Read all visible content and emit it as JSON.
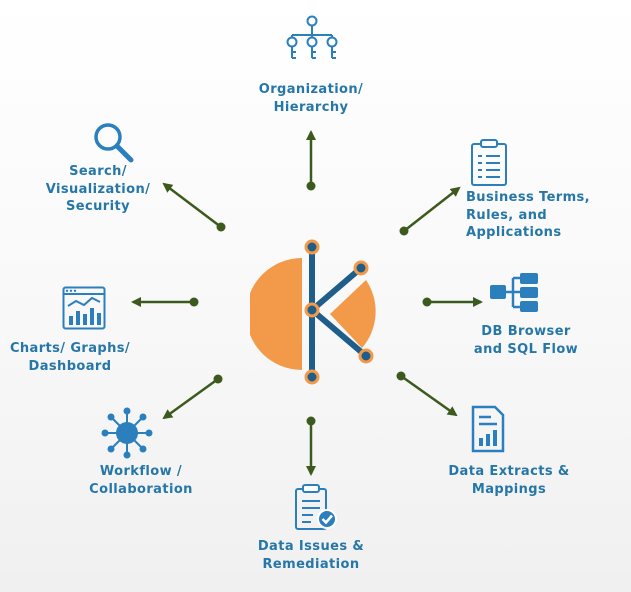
{
  "diagram": {
    "center_logo_letter": "K",
    "nodes": [
      {
        "id": "organization",
        "label": "Organization/\nHierarchy",
        "icon": "org-chart-icon"
      },
      {
        "id": "business_terms",
        "label": "Business Terms,\nRules, and\nApplications",
        "icon": "clipboard-list-icon"
      },
      {
        "id": "db_browser",
        "label": "DB Browser\nand SQL Flow",
        "icon": "database-tree-icon"
      },
      {
        "id": "data_extracts",
        "label": "Data Extracts &\nMappings",
        "icon": "report-document-icon"
      },
      {
        "id": "data_issues",
        "label": "Data Issues &\nRemediation",
        "icon": "clipboard-check-icon"
      },
      {
        "id": "workflow",
        "label": "Workflow /\nCollaboration",
        "icon": "network-hub-icon"
      },
      {
        "id": "charts",
        "label": "Charts/ Graphs/\nDashboard",
        "icon": "dashboard-chart-icon"
      },
      {
        "id": "search",
        "label": "Search/\nVisualization/\nSecurity",
        "icon": "magnifier-icon"
      }
    ],
    "colors": {
      "label_blue": "#2677a8",
      "icon_blue": "#2b7fbd",
      "arrow_green": "#3d5a1e",
      "logo_orange": "#f39a4a",
      "logo_navy": "#1f5e8a"
    }
  }
}
